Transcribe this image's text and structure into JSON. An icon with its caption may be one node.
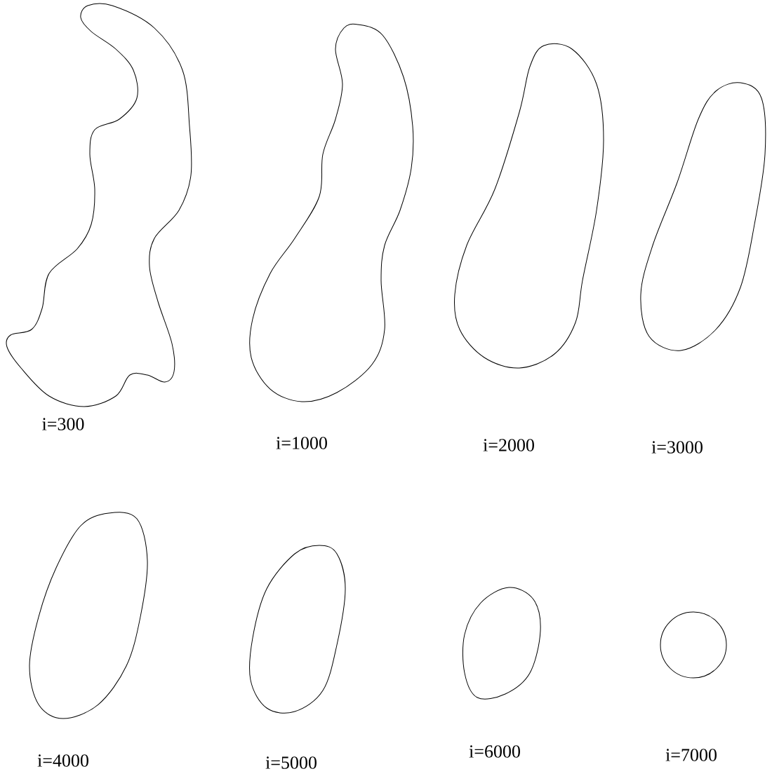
{
  "diagram": {
    "labels": [
      "i=300",
      "i=1000",
      "i=2000",
      "i=3000",
      "i=4000",
      "i=5000",
      "i=6000",
      "i=7000"
    ]
  }
}
